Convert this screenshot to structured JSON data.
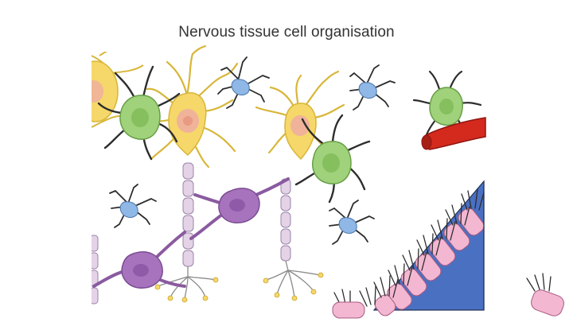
{
  "slide": {
    "title": "Nervous tissue cell organisation"
  },
  "illustration": {
    "cells": [
      {
        "kind": "neuron",
        "icon": "neuron-icon",
        "color": "#f5d76a"
      },
      {
        "kind": "astrocyte",
        "icon": "astrocyte-icon",
        "color": "#9fd27a"
      },
      {
        "kind": "microglia",
        "icon": "microglia-icon",
        "color": "#8fb8e6"
      },
      {
        "kind": "oligodendrocyte",
        "icon": "oligodendrocyte-icon",
        "color": "#a873bd"
      },
      {
        "kind": "myelin-sheath",
        "icon": "myelin-sheath-icon",
        "color": "#e4d3e6"
      },
      {
        "kind": "ependymal-cell",
        "icon": "ependymal-cell-icon",
        "color": "#f3b7d2"
      },
      {
        "kind": "blood-vessel",
        "icon": "blood-vessel-icon",
        "color": "#d42a1e"
      },
      {
        "kind": "ventricle-lumen",
        "icon": "ventricle-icon",
        "color": "#4a70c2"
      }
    ]
  }
}
